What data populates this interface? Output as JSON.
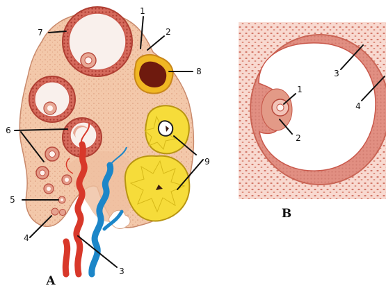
{
  "panel_a": {
    "label": "A",
    "callouts": [
      "1",
      "2",
      "3",
      "4",
      "5",
      "6",
      "7",
      "8",
      "9"
    ]
  },
  "panel_b": {
    "label": "B",
    "callouts": [
      "1",
      "2",
      "3",
      "4"
    ]
  },
  "colors": {
    "stroma": "#f2c7a8",
    "follicle_wall": "#c8534a",
    "corpus_luteum": "#f5d31a",
    "corpus_hemorrhagicum": "#6e1a0e",
    "artery": "#d8382a",
    "vein": "#1c86c8",
    "panel_b_bg": "#f7d7cf"
  }
}
